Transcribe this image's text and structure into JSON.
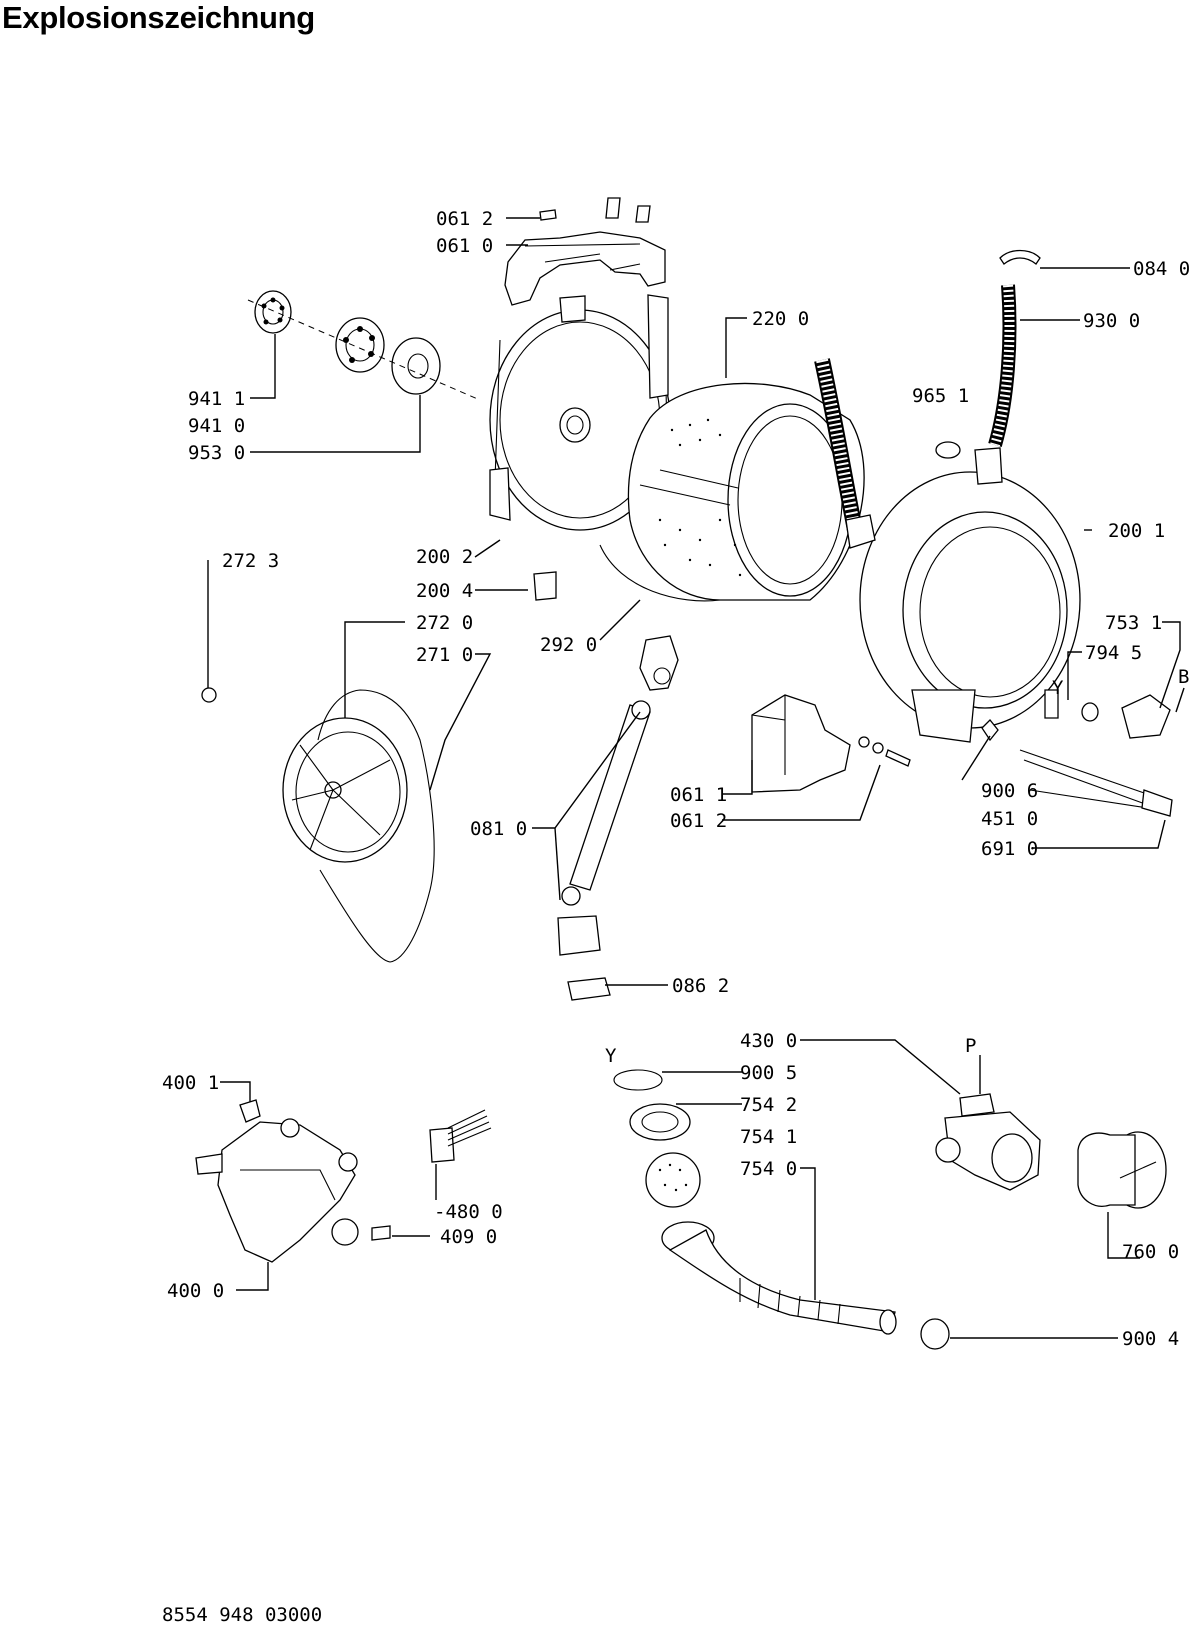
{
  "title": "Explosionszeichnung",
  "footer_code": "8554 948 03000",
  "labels": {
    "p0612_top": "061 2",
    "p0610": "061 0",
    "p0840": "084 0",
    "p9300": "930 0",
    "p2200": "220 0",
    "p9651": "965 1",
    "p9411": "941 1",
    "p9410": "941 0",
    "p9530": "953 0",
    "p2002": "200 2",
    "p2001": "200 1",
    "p2723": "272 3",
    "p2004": "200 4",
    "p2720": "272 0",
    "p2710": "271 0",
    "p2920": "292 0",
    "p7531": "753 1",
    "p7945": "794 5",
    "pB": "B",
    "pY1": "Y",
    "p0810": "081 0",
    "p0611": "061 1",
    "p0612_low": "061 2",
    "p9006": "900 6",
    "p4510": "451 0",
    "p6910": "691 0",
    "p0862": "086 2",
    "p4300": "430 0",
    "pP": "P",
    "pY2": "Y",
    "p9005": "900 5",
    "p7542": "754 2",
    "p7541": "754 1",
    "p7540": "754 0",
    "p4001": "400 1",
    "p4800": "-480 0",
    "p4090": "409 0",
    "p4000": "400 0",
    "p7600": "760 0",
    "p9004": "900 4"
  }
}
